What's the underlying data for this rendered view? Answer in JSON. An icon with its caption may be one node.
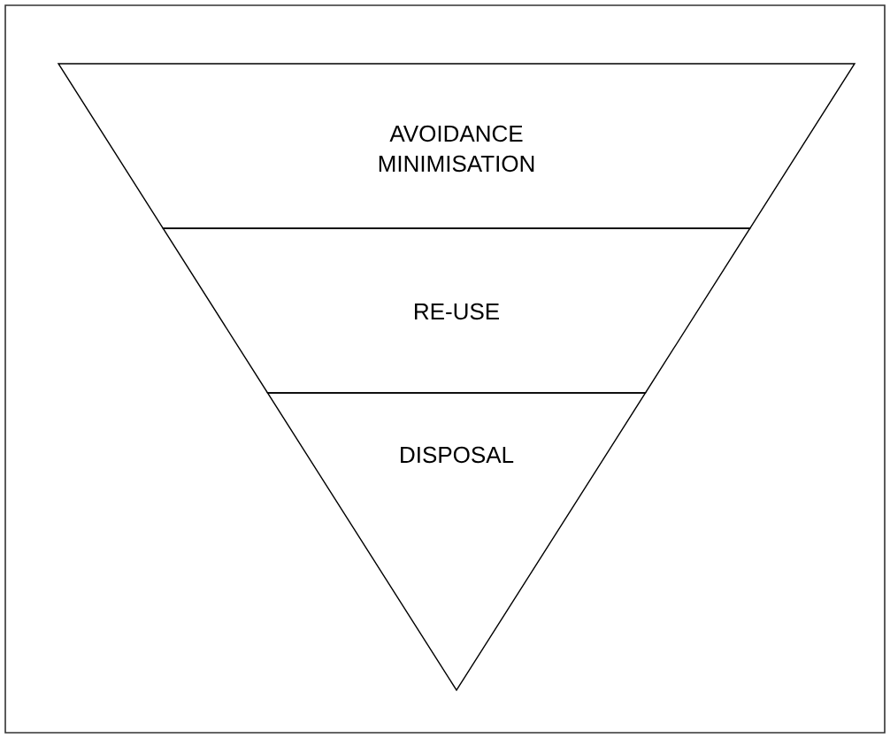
{
  "diagram": {
    "nodes": [
      {
        "text": [
          "AVOIDANCE",
          "MINIMISATION"
        ]
      },
      {
        "text": [
          "RE-USE"
        ]
      },
      {
        "text": [
          "DISPOSAL"
        ]
      }
    ]
  }
}
